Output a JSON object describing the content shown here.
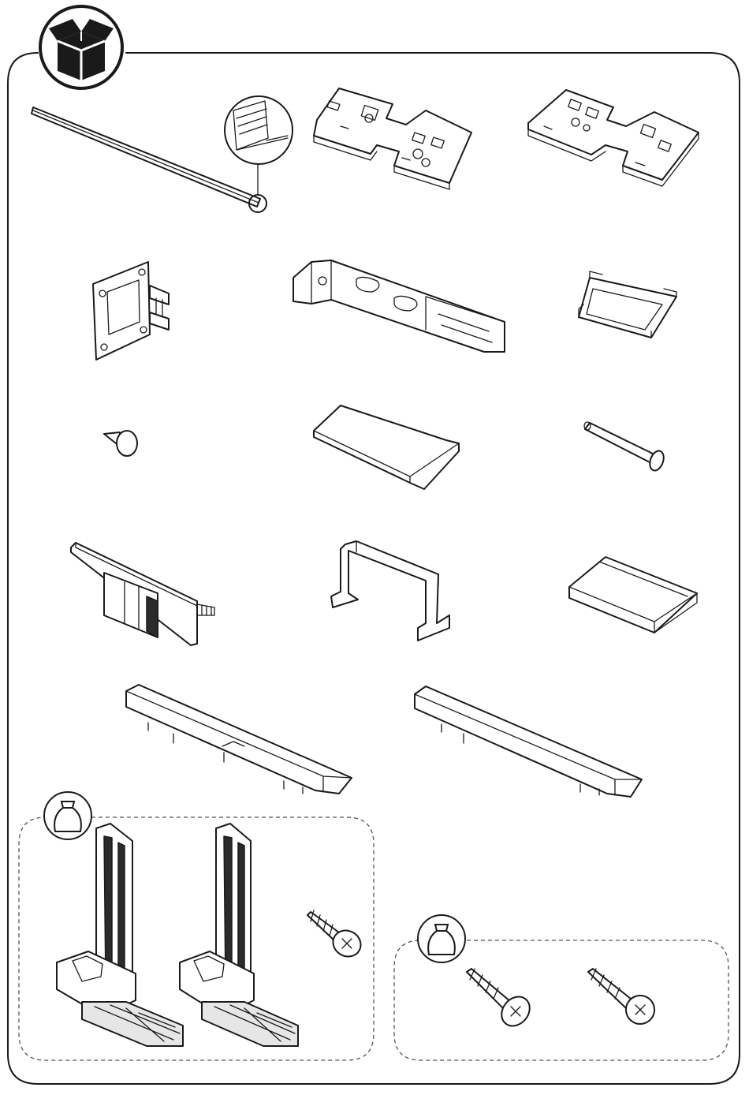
{
  "page": {
    "header_icon": "package-box-icon",
    "bag_icon": "hardware-bag-icon",
    "line_color": "#1a1a1a",
    "background_color": "#ffffff"
  },
  "parts": [
    {
      "id": "seal-strip",
      "icon": "seal-strip-icon"
    },
    {
      "id": "hinge-plate-left",
      "icon": "hinge-plate-icon"
    },
    {
      "id": "hinge-plate-right",
      "icon": "hinge-plate-icon"
    },
    {
      "id": "square-bracket",
      "icon": "bracket-icon"
    },
    {
      "id": "slotted-rail-bracket",
      "icon": "rail-bracket-icon"
    },
    {
      "id": "clip-frame",
      "icon": "clip-frame-icon"
    },
    {
      "id": "push-pin",
      "icon": "pin-icon"
    },
    {
      "id": "flat-plate",
      "icon": "plate-icon"
    },
    {
      "id": "dowel-pin",
      "icon": "dowel-icon"
    },
    {
      "id": "latch-bracket",
      "icon": "latch-icon"
    },
    {
      "id": "u-bracket",
      "icon": "u-bracket-icon"
    },
    {
      "id": "cover-cap",
      "icon": "cap-icon"
    },
    {
      "id": "trim-bar-left",
      "icon": "trim-bar-icon"
    },
    {
      "id": "trim-bar-right",
      "icon": "trim-bar-icon"
    },
    {
      "id": "height-adjuster-left",
      "icon": "adjuster-icon"
    },
    {
      "id": "height-adjuster-right",
      "icon": "adjuster-icon"
    },
    {
      "id": "screw-pan-head-bag1",
      "icon": "screw-icon"
    },
    {
      "id": "screw-countersunk",
      "icon": "screw-icon"
    },
    {
      "id": "screw-pan-head-bag2",
      "icon": "screw-icon"
    }
  ]
}
